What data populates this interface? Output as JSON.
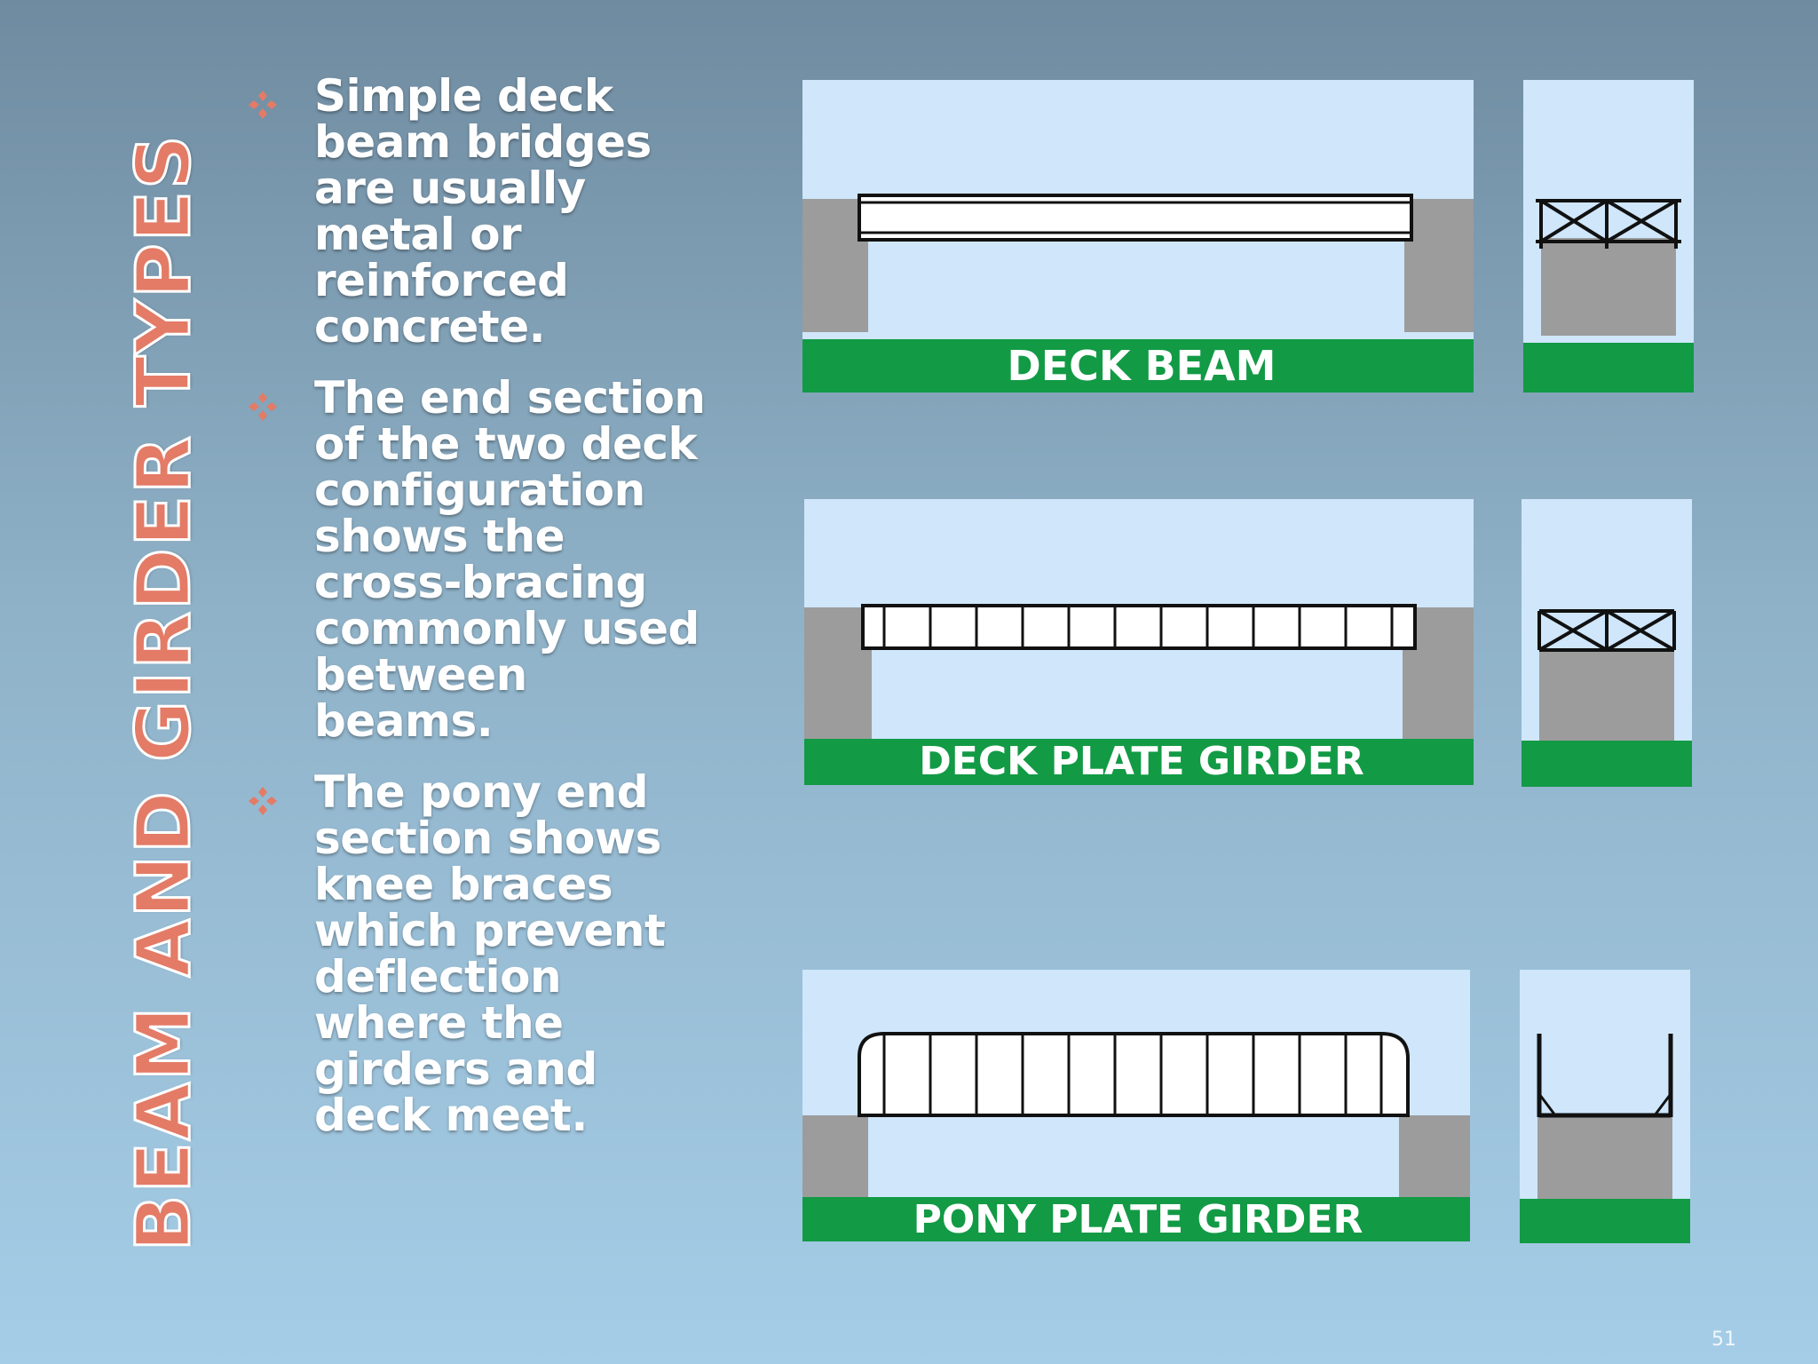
{
  "slide": {
    "title": "BEAM AND GIRDER TYPES",
    "page_number": "51"
  },
  "bullets": [
    {
      "text": "Simple deck beam bridges are usually metal or reinforced concrete."
    },
    {
      "text": "The end section of the two deck configuration shows the cross-bracing commonly used between beams."
    },
    {
      "text": "The pony end section shows knee braces which prevent deflection where the girders and deck meet."
    }
  ],
  "diagrams": [
    {
      "label": "DECK BEAM"
    },
    {
      "label": "DECK PLATE GIRDER"
    },
    {
      "label": "PONY PLATE GIRDER"
    }
  ],
  "colors": {
    "title": "#e37b66",
    "bullet_icon": "#e37b66",
    "sky": "#cfe6fb",
    "abutment": "#9c9c9c",
    "ground": "#129a45",
    "label": "#ffffff"
  },
  "icons": {
    "bullet": "four-diamond-bullet-icon"
  }
}
